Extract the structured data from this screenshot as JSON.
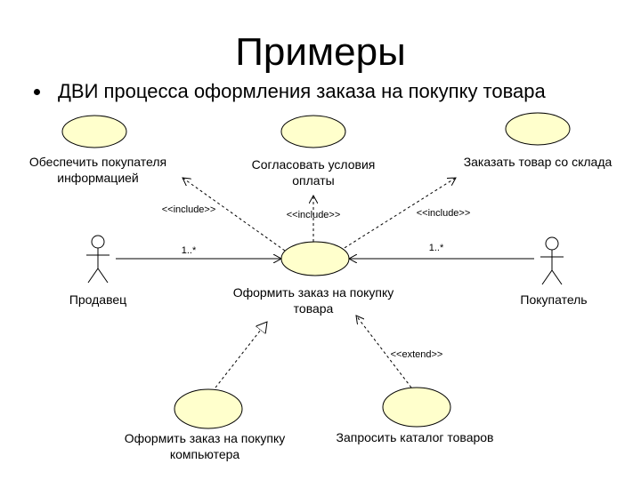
{
  "slide": {
    "title": "Примеры",
    "bullet": "ДВИ процесса оформления заказа на покупку товара"
  },
  "diagram": {
    "use_cases": {
      "provide_info": [
        "Обеспечить покупателя",
        "информацией"
      ],
      "agree_payment": [
        "Согласовать условия",
        "оплаты"
      ],
      "order_from_warehouse": [
        "Заказать товар со склада"
      ],
      "place_order": [
        "Оформить заказ на покупку",
        "товара"
      ],
      "place_order_computer": [
        "Оформить заказ на покупку",
        "компьютера"
      ],
      "request_catalog": [
        "Запросить каталог товаров"
      ]
    },
    "actors": {
      "seller": "Продавец",
      "buyer": "Покупатель"
    },
    "stereotypes": {
      "include_left": "<<include>>",
      "include_mid": "<<include>>",
      "include_right": "<<include>>",
      "extend": "<<extend>>"
    },
    "multiplicities": {
      "seller_assoc": "1..*",
      "buyer_assoc": "1..*"
    },
    "colors": {
      "use_case_fill": "#ffffcc",
      "line": "#000000"
    }
  }
}
